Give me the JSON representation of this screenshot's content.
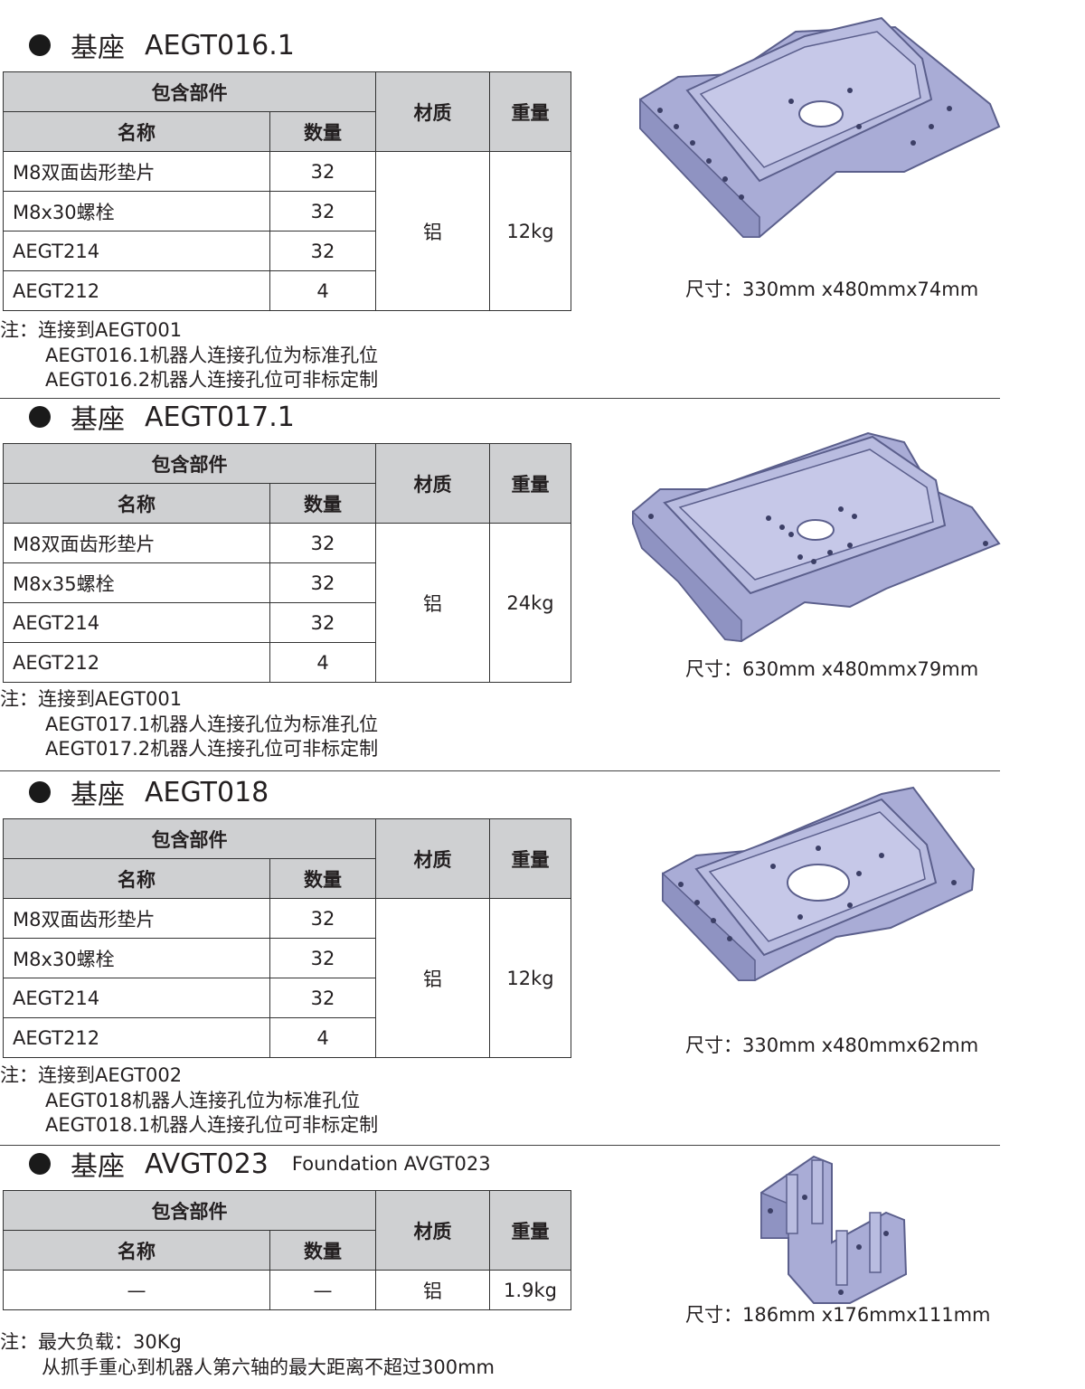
{
  "headers": {
    "group": "包含部件",
    "name": "名称",
    "qty": "数量",
    "material": "材质",
    "weight": "重量"
  },
  "sections": [
    {
      "title": "基座",
      "code": "AEGT016.1",
      "rows": [
        {
          "name": "M8双面齿形垫片",
          "qty": "32"
        },
        {
          "name": "M8x30螺栓",
          "qty": "32"
        },
        {
          "name": "AEGT214",
          "qty": "32"
        },
        {
          "name": "AEGT212",
          "qty": "4"
        }
      ],
      "material": "铝",
      "weight": "12kg",
      "dims": "尺寸：330mm x480mmx74mm",
      "notes": [
        "注：连接到AEGT001",
        "AEGT016.1机器人连接孔位为标准孔位",
        "AEGT016.2机器人连接孔位可非标定制"
      ]
    },
    {
      "title": "基座",
      "code": "AEGT017.1",
      "rows": [
        {
          "name": "M8双面齿形垫片",
          "qty": "32"
        },
        {
          "name": "M8x35螺栓",
          "qty": "32"
        },
        {
          "name": "AEGT214",
          "qty": "32"
        },
        {
          "name": "AEGT212",
          "qty": "4"
        }
      ],
      "material": "铝",
      "weight": "24kg",
      "dims": "尺寸：630mm x480mmx79mm",
      "notes": [
        "注：连接到AEGT001",
        "AEGT017.1机器人连接孔位为标准孔位",
        "AEGT017.2机器人连接孔位可非标定制"
      ]
    },
    {
      "title": "基座",
      "code": "AEGT018",
      "rows": [
        {
          "name": "M8双面齿形垫片",
          "qty": "32"
        },
        {
          "name": "M8x30螺栓",
          "qty": "32"
        },
        {
          "name": "AEGT214",
          "qty": "32"
        },
        {
          "name": "AEGT212",
          "qty": "4"
        }
      ],
      "material": "铝",
      "weight": "12kg",
      "dims": "尺寸：330mm x480mmx62mm",
      "notes": [
        "注：连接到AEGT002",
        "AEGT018机器人连接孔位为标准孔位",
        "AEGT018.1机器人连接孔位可非标定制"
      ]
    },
    {
      "title": "基座",
      "code": "AVGT023",
      "subtitle": "Foundation AVGT023",
      "row": {
        "name": "—",
        "qty": "—"
      },
      "material": "铝",
      "weight": "1.9kg",
      "dims": "尺寸：186mm x176mmx111mm",
      "notes": [
        "注：最大负载：30Kg",
        "从抓手重心到机器人第六轴的最大距离不超过300mm"
      ]
    }
  ],
  "colors": {
    "header_fill": "#cfd0d2",
    "part_fill": "#a9acd6",
    "part_edge": "#5b5f8c"
  }
}
